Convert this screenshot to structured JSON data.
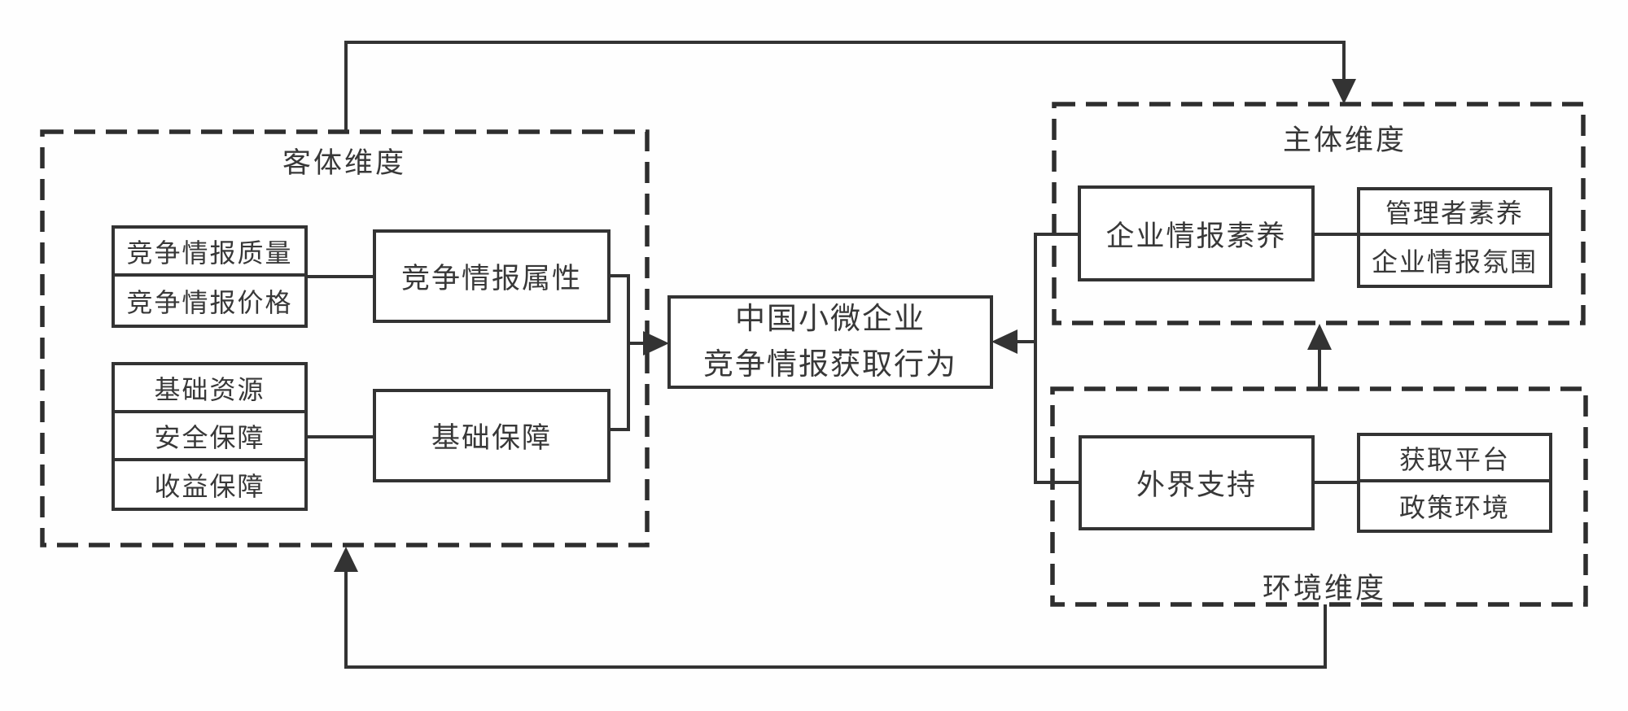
{
  "diagram": {
    "center": {
      "line1": "中国小微企业",
      "line2": "竞争情报获取行为"
    },
    "object_dimension": {
      "label": "客体维度",
      "items_top": [
        "竞争情报质量",
        "竞争情报价格"
      ],
      "group_top": "竞争情报属性",
      "items_bottom": [
        "基础资源",
        "安全保障",
        "收益保障"
      ],
      "group_bottom": "基础保障"
    },
    "subject_dimension": {
      "label": "主体维度",
      "group": "企业情报素养",
      "items": [
        "管理者素养",
        "企业情报氛围"
      ]
    },
    "environment_dimension": {
      "label": "环境维度",
      "group": "外界支持",
      "items": [
        "获取平台",
        "政策环境"
      ]
    },
    "colors": {
      "line": "#333333",
      "dashed_frame": "#2e2e2e",
      "text": "#383838",
      "background": "#fefefe"
    }
  }
}
